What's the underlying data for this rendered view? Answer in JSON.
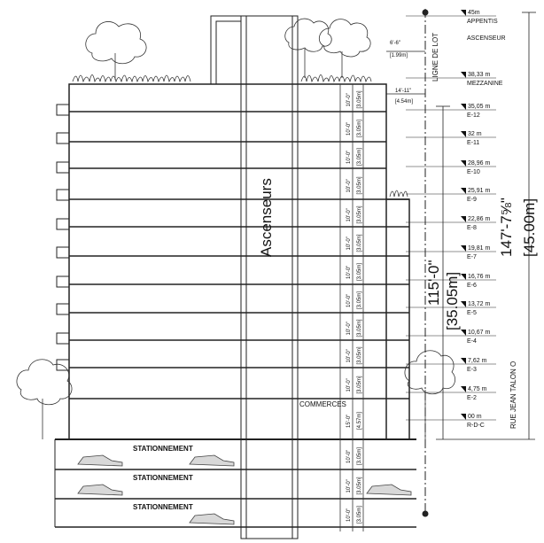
{
  "labels": {
    "elevators": "Ascenseurs",
    "commerces": "COMMERCES",
    "parking": [
      "STATIONNEMENT",
      "STATIONNEMENT",
      "STATIONNEMENT"
    ],
    "lot_line": "LIGNE DE LOT",
    "street": "RUE JEAN TALON O"
  },
  "dims": {
    "top_setback_ft": "6'-6\"",
    "top_setback_m": "[1.99m]",
    "mezz_setback_ft": "14'-11\"",
    "mezz_setback_m": "[4.54m]",
    "height_mid_ft": "115'-0\"",
    "height_mid_m": "[35.05m]",
    "height_total_ft": "147'-7⅝\"",
    "height_total_m": "[45.00m]"
  },
  "levels": [
    {
      "elev": "45m",
      "name": "APPENTIS"
    },
    {
      "elev": "",
      "name": "ASCENSEUR"
    },
    {
      "elev": "38,33 m",
      "name": "MEZZANINE"
    },
    {
      "elev": "35,05 m",
      "name": "E-12"
    },
    {
      "elev": "32 m",
      "name": "E-11"
    },
    {
      "elev": "28,96 m",
      "name": "E-10"
    },
    {
      "elev": "25,91 m",
      "name": "E-9"
    },
    {
      "elev": "22,86 m",
      "name": "E-8"
    },
    {
      "elev": "19,81 m",
      "name": "E-7"
    },
    {
      "elev": "16,76 m",
      "name": "E-6"
    },
    {
      "elev": "13,72 m",
      "name": "E-5"
    },
    {
      "elev": "10,67 m",
      "name": "E-4"
    },
    {
      "elev": "7,62 m",
      "name": "E-3"
    },
    {
      "elev": "4,75 m",
      "name": "E-2"
    },
    {
      "elev": "00 m",
      "name": "R-D-C"
    }
  ],
  "floor_heights": [
    {
      "ft": "10'-0\"",
      "m": "[3.05m]"
    },
    {
      "ft": "10'-0\"",
      "m": "[3.05m]"
    },
    {
      "ft": "10'-0\"",
      "m": "[3.05m]"
    },
    {
      "ft": "10'-0\"",
      "m": "[3.05m]"
    },
    {
      "ft": "10'-0\"",
      "m": "[3.05m]"
    },
    {
      "ft": "10'-0\"",
      "m": "[3.05m]"
    },
    {
      "ft": "10'-0\"",
      "m": "[3.05m]"
    },
    {
      "ft": "10'-0\"",
      "m": "[3.05m]"
    },
    {
      "ft": "10'-0\"",
      "m": "[3.05m]"
    },
    {
      "ft": "10'-0\"",
      "m": "[3.05m]"
    },
    {
      "ft": "10'-0\"",
      "m": "[3.05m]"
    },
    {
      "ft": "15'-0\"",
      "m": "[4.57m]"
    },
    {
      "ft": "10'-0\"",
      "m": "[3.05m]"
    },
    {
      "ft": "10'-0\"",
      "m": "[3.05m]"
    },
    {
      "ft": "10'-0\"",
      "m": "[3.05m]"
    }
  ]
}
